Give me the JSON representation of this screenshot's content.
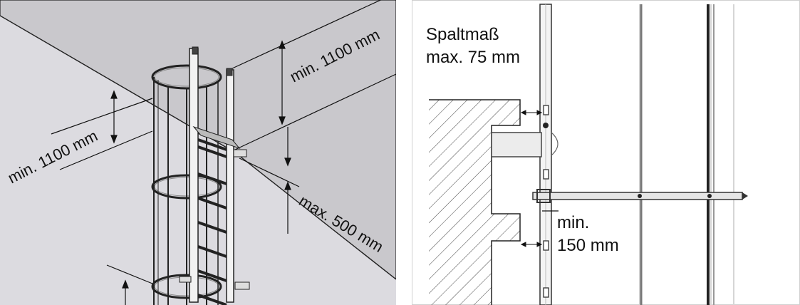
{
  "left_diagram": {
    "labels": {
      "roof_clearance": "min. 1100 mm",
      "wall_height": "min. 1100 mm",
      "max_gap_below": "max. 500 mm"
    }
  },
  "right_diagram": {
    "labels": {
      "gap_title_line1": "Spaltmaß",
      "gap_title_line2": "max. 75 mm",
      "min_distance_line1": "min.",
      "min_distance_line2": "150 mm"
    }
  }
}
